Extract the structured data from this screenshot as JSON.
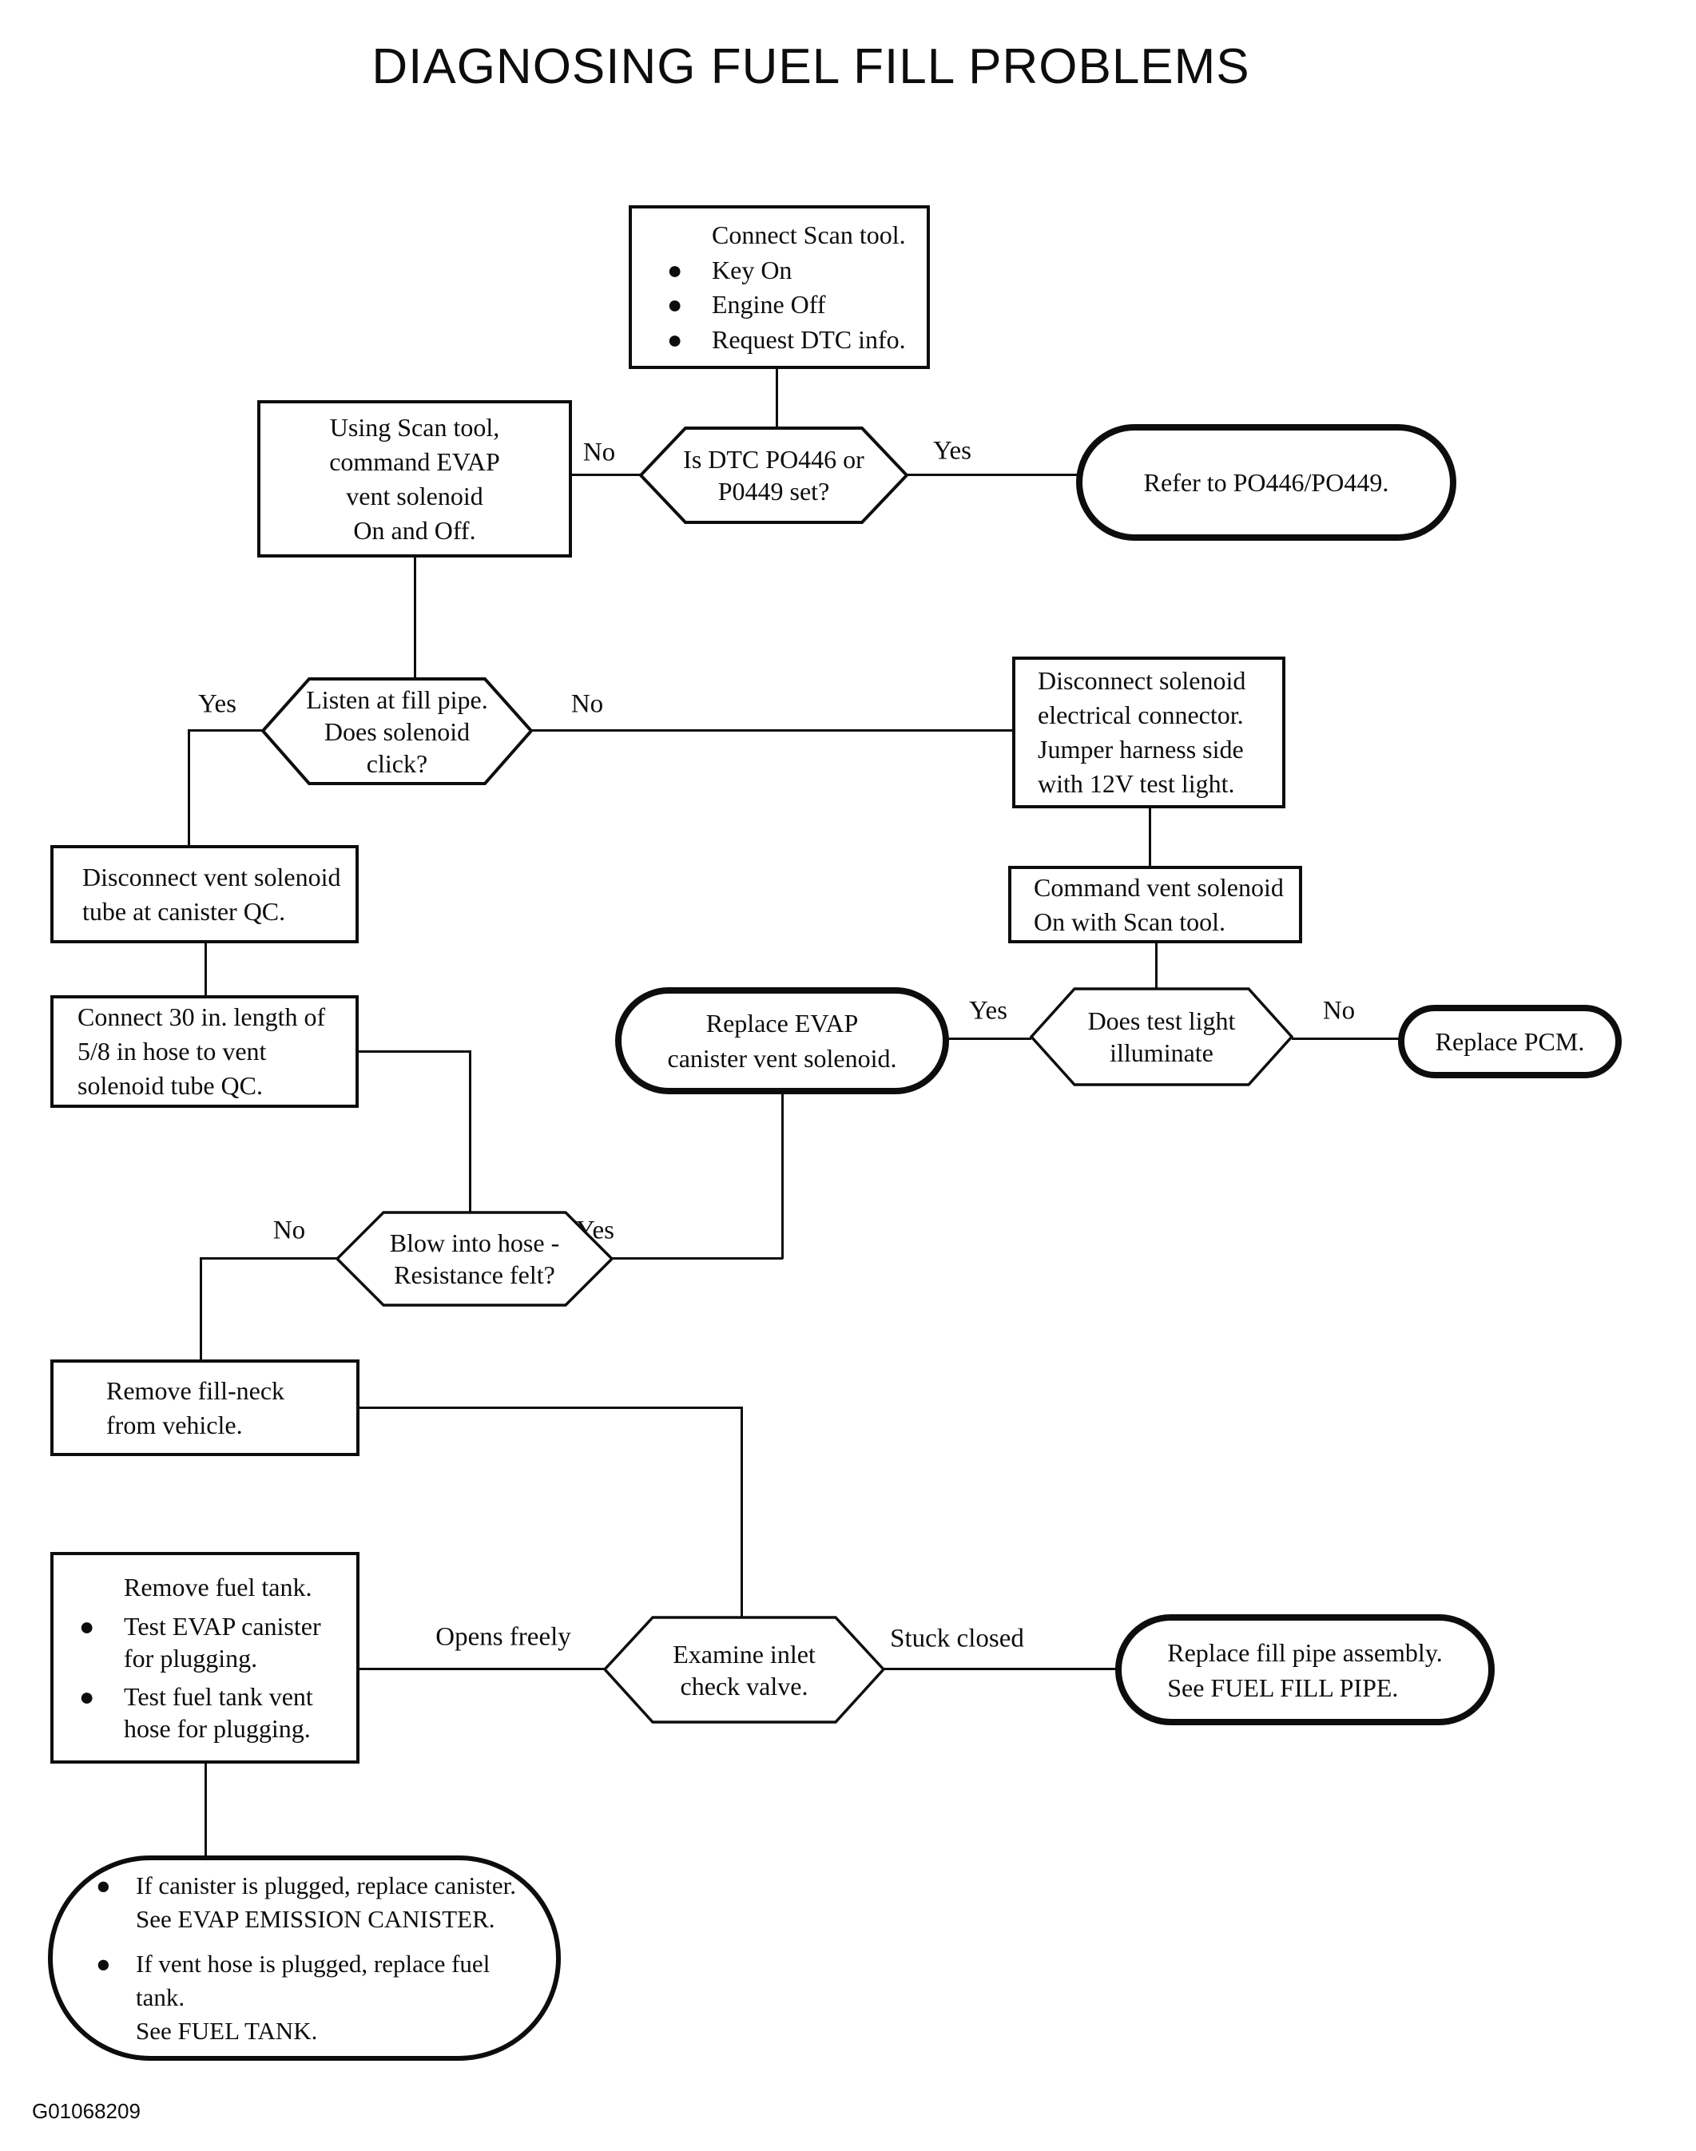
{
  "title": "DIAGNOSING FUEL FILL PROBLEMS",
  "footer_code": "G01068209",
  "labels": {
    "yes": "Yes",
    "no": "No",
    "opens_freely": "Opens freely",
    "stuck_closed": "Stuck closed"
  },
  "nodes": {
    "connect_scan_tool": {
      "heading": "Connect Scan tool.",
      "bullets": [
        "Key On",
        "Engine Off",
        "Request DTC info."
      ]
    },
    "using_scan_tool": {
      "text": "Using Scan tool,\ncommand EVAP\nvent solenoid\nOn and Off."
    },
    "is_dtc_set": {
      "text": "Is DTC PO446 or\nP0449 set?"
    },
    "refer_po446": {
      "text": "Refer to PO446/PO449."
    },
    "listen_fill_pipe": {
      "text": "Listen at fill pipe.\nDoes solenoid\nclick?"
    },
    "disconnect_solenoid_connector": {
      "text": "Disconnect solenoid\nelectrical connector.\nJumper harness side\nwith 12V test light."
    },
    "disconnect_vent_tube": {
      "text": "Disconnect vent solenoid\ntube at canister QC."
    },
    "command_vent_solenoid": {
      "text": "Command vent solenoid\nOn with Scan tool."
    },
    "connect_hose": {
      "text": "Connect 30 in. length of\n5/8 in hose to vent\nsolenoid tube QC."
    },
    "replace_evap_solenoid": {
      "text": "Replace EVAP\ncanister vent solenoid."
    },
    "does_test_light_illuminate": {
      "text": "Does test light\nilluminate"
    },
    "replace_pcm": {
      "text": "Replace PCM."
    },
    "blow_into_hose": {
      "text": "Blow into hose -\nResistance felt?"
    },
    "remove_fill_neck": {
      "text": "Remove fill-neck\nfrom vehicle."
    },
    "remove_fuel_tank": {
      "heading": "Remove fuel tank.",
      "bullets": [
        "Test EVAP canister\nfor plugging.",
        "Test fuel tank vent\nhose for plugging."
      ]
    },
    "examine_inlet_check_valve": {
      "text": "Examine inlet\ncheck valve."
    },
    "replace_fill_pipe": {
      "text": "Replace fill pipe assembly.\nSee FUEL FILL PIPE."
    },
    "final_actions": {
      "bullets": [
        "If canister is plugged, replace canister.\nSee EVAP EMISSION CANISTER.",
        "If vent hose is plugged, replace fuel tank.\nSee FUEL TANK."
      ]
    }
  }
}
